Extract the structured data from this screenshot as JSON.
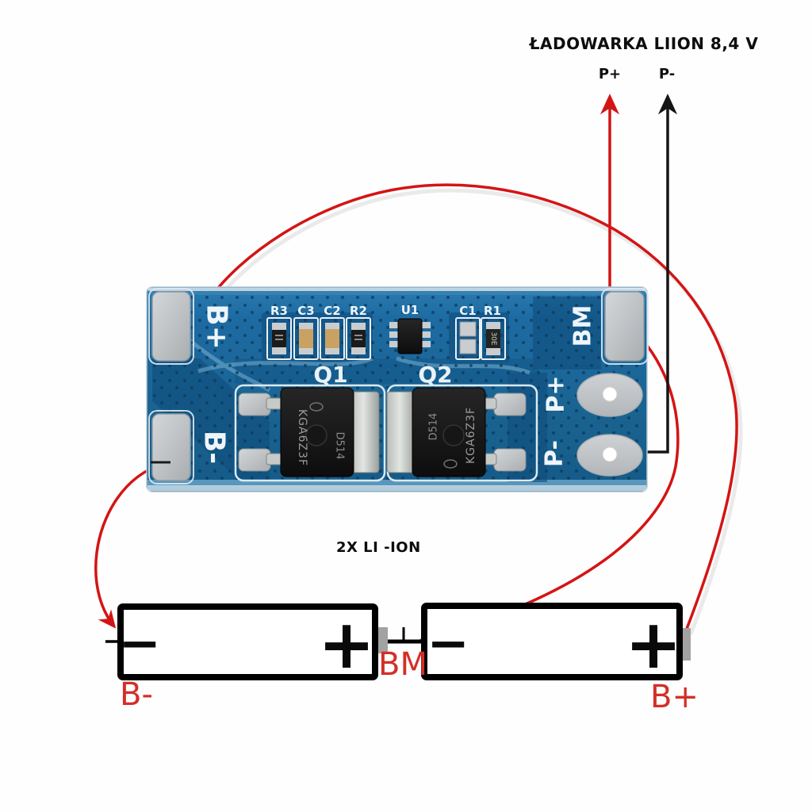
{
  "charger": {
    "title": "ŁADOWARKA  LIION 8,4  V",
    "p_plus": "P+",
    "p_minus": "P-"
  },
  "board": {
    "silk": {
      "b_plus": "B+",
      "b_minus": "B-",
      "bm": "BM",
      "p_plus": "P+",
      "p_minus": "P-",
      "q1": "Q1",
      "q2": "Q2",
      "r3": "R3",
      "c3": "C3",
      "c2": "C2",
      "r2": "R2",
      "u1": "U1",
      "c1": "C1",
      "r1": "R1"
    },
    "markings": {
      "mosfet_part": "KGA6Z3F",
      "mosfet_date": "D514",
      "r1_code": "30E"
    }
  },
  "batteries": {
    "caption": "2X LI -ION",
    "minus": "−",
    "plus": "+",
    "b_minus": "B-",
    "bm": "BM",
    "b_plus": "B+"
  },
  "colors": {
    "pcb_blue": "#1c68a0",
    "pcb_dark_trace": "#0f4d7c",
    "silkscreen": "#e9f2f8",
    "pad_silver": "#c3c7ca",
    "wire_red": "#d41414",
    "wire_black": "#151515",
    "label_red": "#d32f27"
  }
}
